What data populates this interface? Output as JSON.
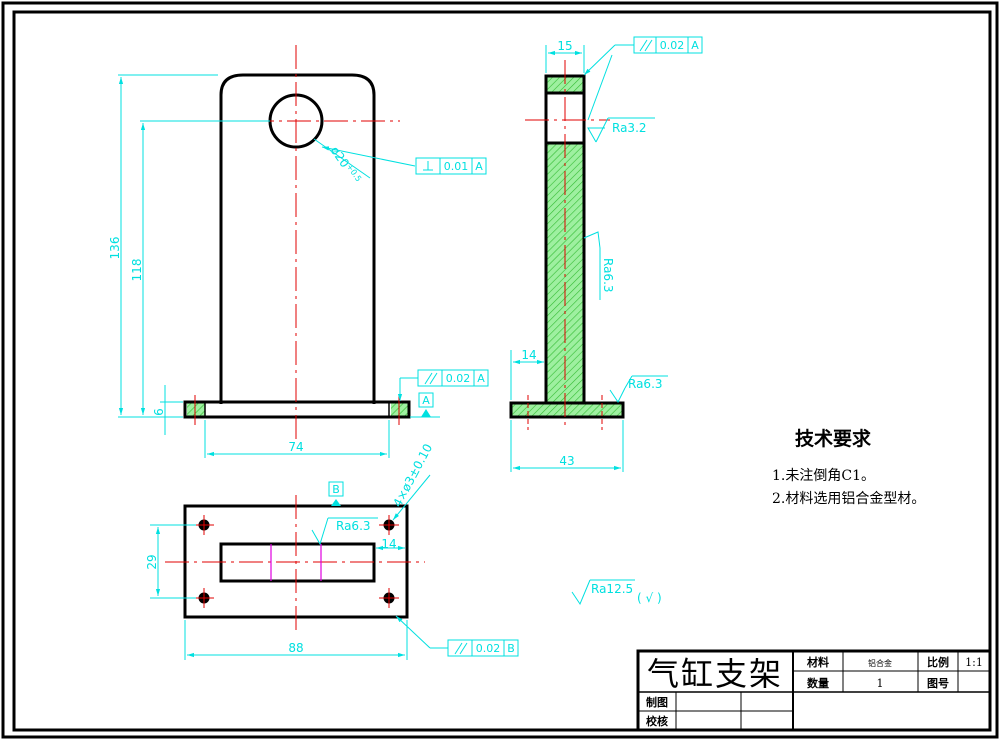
{
  "dimensions": {
    "front_height_total": "136",
    "front_height_inner": "118",
    "front_base_thickness": "6",
    "front_width": "74",
    "hole_dia": "ø20",
    "hole_tol": "+0.5",
    "side_top_width": "15",
    "side_base_step": "14",
    "side_base_width": "43",
    "plan_width": "88",
    "plan_height": "29",
    "plan_slot_offset": "14",
    "plan_holes": "4×ø3±0.10"
  },
  "tolerances": {
    "parallel_top": {
      "value": "0.02",
      "datum": "A"
    },
    "perp_hole": {
      "value": "0.01",
      "datum": "A"
    },
    "parallel_base": {
      "value": "0.02",
      "datum": "A"
    },
    "parallel_plan": {
      "value": "0.02",
      "datum": "B"
    }
  },
  "datums": {
    "a": "A",
    "b": "B"
  },
  "roughness": {
    "top": "Ra3.2",
    "side_long": "Ra6.3",
    "side_base": "Ra6.3",
    "plan_slot": "Ra6.3",
    "general": "Ra12.5",
    "general_mark": "( √ )"
  },
  "tech_requirements": {
    "title": "技术要求",
    "items": [
      "1.未注倒角C1。",
      "2.材料选用铝合金型材。"
    ]
  },
  "title_block": {
    "part_name": "气缸支架",
    "material_label": "材料",
    "material_value": "铝合金",
    "scale_label": "比例",
    "scale_value": "1:1",
    "quantity_label": "数量",
    "quantity_value": "1",
    "drawing_no_label": "图号",
    "drawn_label": "制图",
    "checked_label": "校核"
  },
  "colors": {
    "outline": "#000000",
    "dimension": "#00e0e0",
    "centerline": "#e00000",
    "hatch": "#33cc33",
    "marker": "#e000e0"
  }
}
